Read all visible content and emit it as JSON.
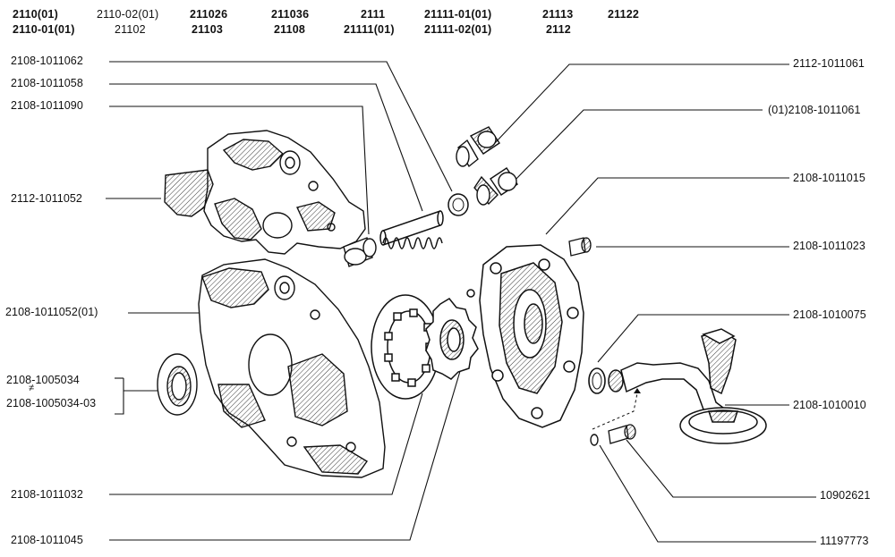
{
  "header": {
    "models": [
      [
        "2110(01)",
        "2110-01(01)"
      ],
      [
        "2110-02(01)",
        "21102"
      ],
      [
        "211026",
        "21103"
      ],
      [
        "211036",
        "21108"
      ],
      [
        "2111",
        "21111(01)"
      ],
      [
        "21111-01(01)",
        "21111-02(01)"
      ],
      [
        "21113",
        "2112"
      ],
      [
        "21122",
        ""
      ]
    ]
  },
  "left_labels": [
    "2108-1011062",
    "2108-1011058",
    "2108-1011090",
    "2112-1011052",
    "2108-1011052(01)",
    "2108-1005034",
    "2108-1005034-03",
    "2108-1011032",
    "2108-1011045"
  ],
  "right_labels": [
    "2112-1011061",
    "(01)2108-1011061",
    "2108-1011015",
    "2108-1011023",
    "2108-1010075",
    "2108-1010010",
    "10902621",
    "11197773"
  ],
  "symbols": {
    "not_equal": "≠"
  }
}
